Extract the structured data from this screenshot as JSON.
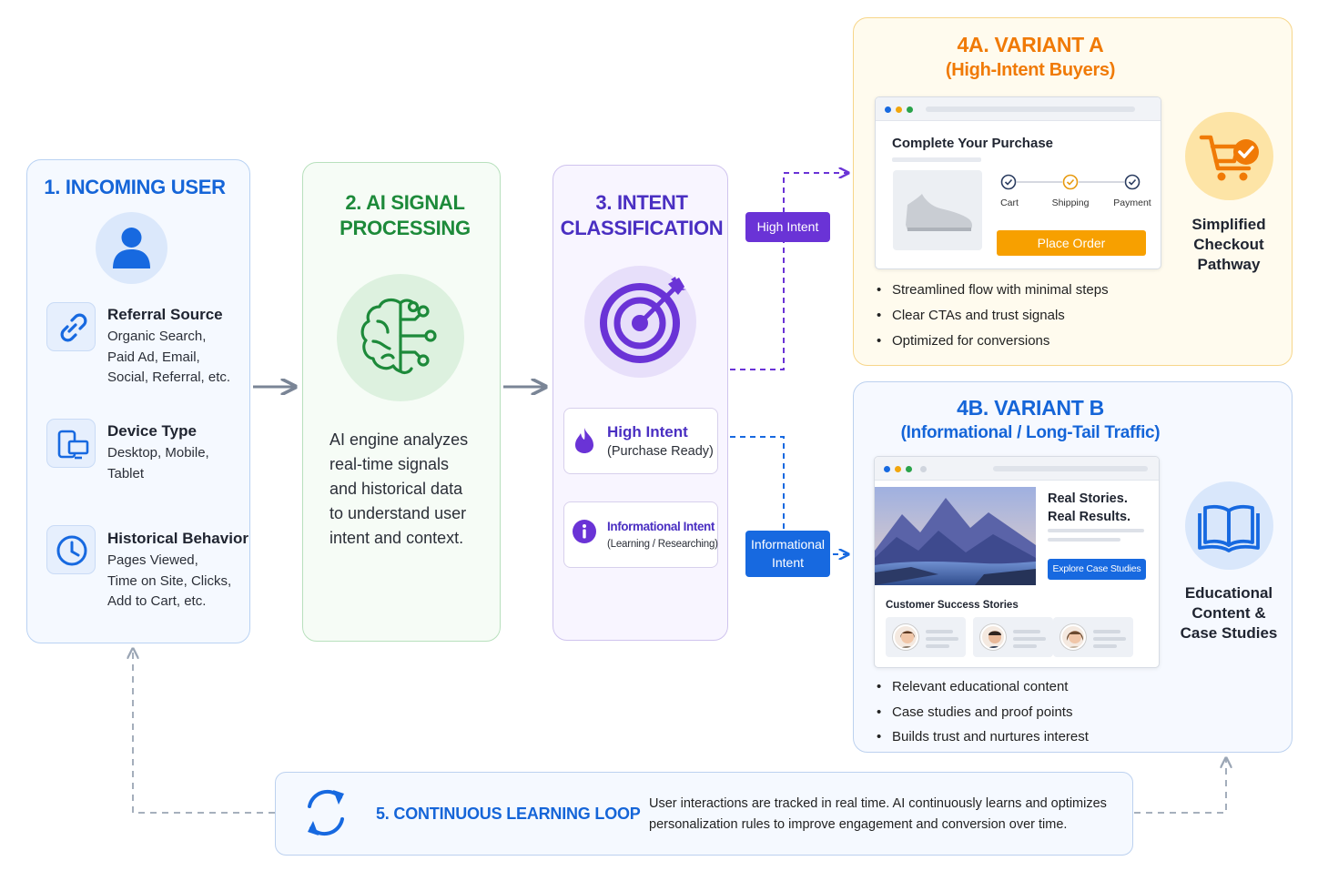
{
  "incoming": {
    "title": "1. INCOMING USER",
    "items": [
      {
        "icon": "link-icon",
        "title": "Referral Source",
        "lines": [
          "Organic Search,",
          "Paid Ad, Email,",
          "Social, Referral, etc."
        ]
      },
      {
        "icon": "devices-icon",
        "title": "Device Type",
        "lines": [
          "Desktop, Mobile,",
          "Tablet"
        ]
      },
      {
        "icon": "clock-icon",
        "title": "Historical Behavior",
        "lines": [
          "Pages Viewed,",
          "Time on Site, Clicks,",
          "Add to Cart, etc."
        ]
      }
    ]
  },
  "signal": {
    "title_line1": "2. AI SIGNAL",
    "title_line2": "PROCESSING",
    "lines": [
      "AI engine analyzes",
      "real-time signals",
      "and historical data",
      "to understand user",
      "intent and context."
    ]
  },
  "classification": {
    "title_line1": "3. INTENT",
    "title_line2": "CLASSIFICATION",
    "high": {
      "title": "High Intent",
      "sub": "(Purchase Ready)"
    },
    "info": {
      "title": "Informational Intent",
      "sub": "(Learning / Researching)"
    }
  },
  "tags": {
    "high": "High Intent",
    "info_line1": "Informational",
    "info_line2": "Intent"
  },
  "variant_a": {
    "title": "4A. VARIANT A",
    "subtitle": "(High-Intent Buyers)",
    "mock_title": "Complete Your Purchase",
    "steps": [
      "Cart",
      "Shipping",
      "Payment"
    ],
    "button": "Place Order",
    "side_label_lines": [
      "Simplified",
      "Checkout",
      "Pathway"
    ],
    "bullets": [
      "Streamlined flow with minimal steps",
      "Clear CTAs and trust signals",
      "Optimized for conversions"
    ]
  },
  "variant_b": {
    "title": "4B. VARIANT B",
    "subtitle": "(Informational / Long-Tail Traffic)",
    "headline_line1": "Real Stories.",
    "headline_line2": "Real Results.",
    "button": "Explore Case Studies",
    "stories_title": "Customer Success Stories",
    "side_label_lines": [
      "Educational",
      "Content &",
      "Case Studies"
    ],
    "bullets": [
      "Relevant educational content",
      "Case studies and proof points",
      "Builds trust and nurtures interest"
    ]
  },
  "loop": {
    "title": "5. CONTINUOUS LEARNING LOOP",
    "line1": "User interactions are tracked in real time. AI continuously learns and optimizes",
    "line2": "personalization rules to improve engagement and conversion over time."
  },
  "colors": {
    "blue": "#1565d8",
    "green": "#1d8a3a",
    "purple": "#5a2bd0",
    "orange": "#f07a06",
    "tag_high": "#6a33d6",
    "tag_info": "#1769e0"
  }
}
